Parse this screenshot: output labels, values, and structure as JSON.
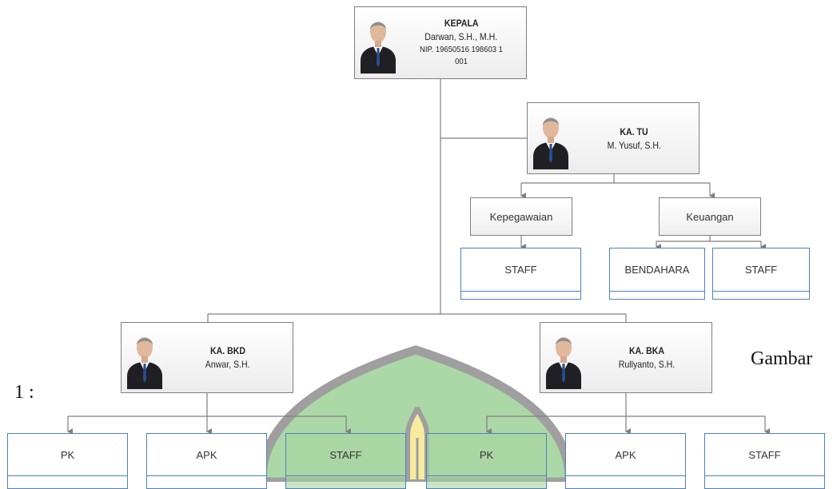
{
  "chart": {
    "kepala": {
      "role": "KEPALA",
      "name": "Darwan, S.H., M.H.",
      "nip": "NIP. 19650516 198603 1 001"
    },
    "katu": {
      "role": "KA. TU",
      "name": "M. Yusuf, S.H."
    },
    "kabkd": {
      "role": "KA. BKD",
      "name": "Anwar, S.H."
    },
    "kabka": {
      "role": "KA. BKA",
      "name": "Rullyanto, S.H."
    },
    "kepegawaian": "Kepegawaian",
    "keuangan": "Keuangan",
    "tu_staff": "STAFF",
    "bendahara": "BENDAHARA",
    "keu_staff": "STAFF",
    "bkd_units": [
      "PK",
      "APK",
      "STAFF"
    ],
    "bka_units": [
      "PK",
      "APK",
      "STAFF"
    ]
  },
  "caption": {
    "word": "Gambar",
    "number": "1 :"
  },
  "colors": {
    "line": "#7f7f7f",
    "staff_border": "#4f81bd",
    "watermark_green": "#a8d5a2",
    "watermark_gray": "#9a9a9a",
    "watermark_yellow": "#f7ea9a"
  }
}
